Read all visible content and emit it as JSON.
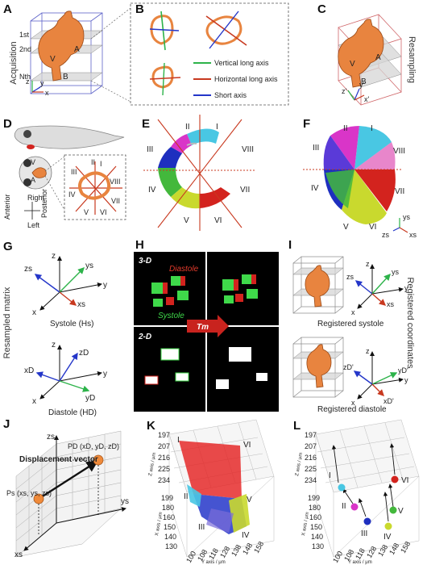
{
  "panels": {
    "A": {
      "letter": "A",
      "side_label": "Acquisition",
      "slices": [
        "1st",
        "2nd",
        "Nth"
      ],
      "regions": [
        "A",
        "V",
        "B"
      ],
      "axes": [
        "z",
        "y",
        "x"
      ]
    },
    "B": {
      "letter": "B",
      "legend": [
        {
          "label": "Vertical long axis",
          "color": "#2db34a"
        },
        {
          "label": "Horizontal long axis",
          "color": "#c8391f"
        },
        {
          "label": "Short axis",
          "color": "#2436c9"
        }
      ]
    },
    "C": {
      "letter": "C",
      "side_label": "Resampling",
      "regions": [
        "A",
        "V",
        "B"
      ],
      "axes": [
        "z'",
        "y'",
        "x'"
      ]
    },
    "D": {
      "letter": "D",
      "sectors": [
        "I",
        "II",
        "III",
        "IV",
        "V",
        "VI",
        "VII",
        "VIII"
      ],
      "regions": [
        "V",
        "A"
      ],
      "compass": [
        "Anterior",
        "Right",
        "Posterior",
        "Left"
      ]
    },
    "E": {
      "letter": "E",
      "sectors": [
        "I",
        "II",
        "III",
        "IV",
        "V",
        "VI",
        "VII",
        "VIII"
      ]
    },
    "F": {
      "letter": "F",
      "sectors": [
        "I",
        "II",
        "III",
        "IV",
        "V",
        "VI",
        "VII",
        "VIII"
      ],
      "axes": [
        "ys",
        "zs",
        "xs"
      ]
    },
    "G": {
      "letter": "G",
      "side_label": "Resampled matrix",
      "top_axes": [
        "z",
        "zs",
        "ys",
        "y",
        "xs",
        "x"
      ],
      "top_caption": "Systole (Hs)",
      "bottom_axes": [
        "z",
        "zD",
        "xD",
        "y",
        "yD",
        "x"
      ],
      "bottom_caption": "Diastole (HD)"
    },
    "H": {
      "letter": "H",
      "label_3d": "3-D",
      "label_2d": "2-D",
      "diastole": "Diastole",
      "systole": "Systole",
      "arrow_label": "Tm"
    },
    "I": {
      "letter": "I",
      "side_label": "Registered coordinates",
      "axes_top": [
        "z",
        "zs",
        "ys",
        "y",
        "xs",
        "x"
      ],
      "caption_top": "Registered systole",
      "axes_bottom": [
        "z",
        "zD'",
        "yD'",
        "y",
        "xD'",
        "x"
      ],
      "caption_bottom": "Registered diastole"
    },
    "J": {
      "letter": "J",
      "labels": [
        "zs",
        "PD (xD, yD, zD)",
        "Displacement vector",
        "Ps (xs, ys, zs)",
        "ys",
        "xs"
      ]
    },
    "K": {
      "letter": "K",
      "sectors": [
        "I",
        "II",
        "III",
        "IV",
        "V",
        "VI"
      ],
      "z_axis_label": "Z axis / μm",
      "x_axis_label": "X axis / μm",
      "y_axis_label": "Y axis / μm",
      "z_ticks": [
        "197",
        "207",
        "216",
        "225",
        "234"
      ],
      "x_ticks": [
        "199",
        "180",
        "160",
        "150",
        "140",
        "130"
      ],
      "y_ticks": [
        "100",
        "108",
        "118",
        "128",
        "138",
        "148",
        "158"
      ]
    },
    "L": {
      "letter": "L",
      "sectors": [
        "I",
        "II",
        "III",
        "IV",
        "V",
        "VI"
      ],
      "z_axis_label": "Z axis / μm",
      "x_axis_label": "X axis / μm",
      "y_axis_label": "Y axis / μm",
      "z_ticks": [
        "197",
        "207",
        "216",
        "225",
        "234"
      ],
      "x_ticks": [
        "199",
        "180",
        "160",
        "150",
        "140",
        "130"
      ],
      "y_ticks": [
        "100",
        "108",
        "118",
        "128",
        "138",
        "148",
        "158"
      ],
      "points": [
        {
          "label": "I",
          "color": "#49c7e3"
        },
        {
          "label": "II",
          "color": "#d935c8"
        },
        {
          "label": "III",
          "color": "#1e2fbf"
        },
        {
          "label": "IV",
          "color": "#c9d92e"
        },
        {
          "label": "V",
          "color": "#43b83c"
        },
        {
          "label": "VI",
          "color": "#d3231e"
        }
      ]
    }
  },
  "colors": {
    "orange": "#e8843f",
    "green": "#2db34a",
    "red": "#c8391f",
    "blue": "#2436c9"
  }
}
